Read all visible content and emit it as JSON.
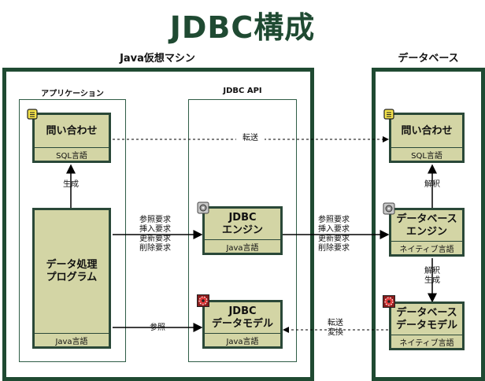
{
  "title": "JDBC構成",
  "sections": {
    "jvm": "Java仮想マシン",
    "database": "データベース",
    "application": "アプリケーション",
    "jdbc_api": "JDBC API"
  },
  "boxes": {
    "app_query": {
      "main": "問い合わせ",
      "foot": "SQL言語"
    },
    "app_program": {
      "main": "データ処理\nプログラム",
      "foot": "Java言語"
    },
    "jdbc_engine": {
      "main": "JDBC\nエンジン",
      "foot": "Java言語"
    },
    "jdbc_model": {
      "main": "JDBC\nデータモデル",
      "foot": "Java言語"
    },
    "db_query": {
      "main": "問い合わせ",
      "foot": "SQL言語"
    },
    "db_engine": {
      "main": "データベース\nエンジン",
      "foot": "ネイティブ言語"
    },
    "db_model": {
      "main": "データベース\nデータモデル",
      "foot": "ネイティブ言語"
    }
  },
  "labels": {
    "generate": "生成",
    "transfer": "転送",
    "requests_left": "参照要求\n挿入要求\n更新要求\n削除要求",
    "requests_right": "参照要求\n挿入要求\n更新要求\n削除要求",
    "reference": "参照",
    "transfer_convert": "転送\n変換",
    "interpret": "解釈",
    "interpret_generate": "解釈\n生成"
  },
  "colors": {
    "frame": "#1f4a32",
    "box_fill": "#d3d5a5",
    "box_border": "#2a4838",
    "title": "#1f4a32"
  },
  "icons": {
    "query": "scroll-icon",
    "engine": "gear-computer-icon",
    "model": "red-gear-icon"
  }
}
